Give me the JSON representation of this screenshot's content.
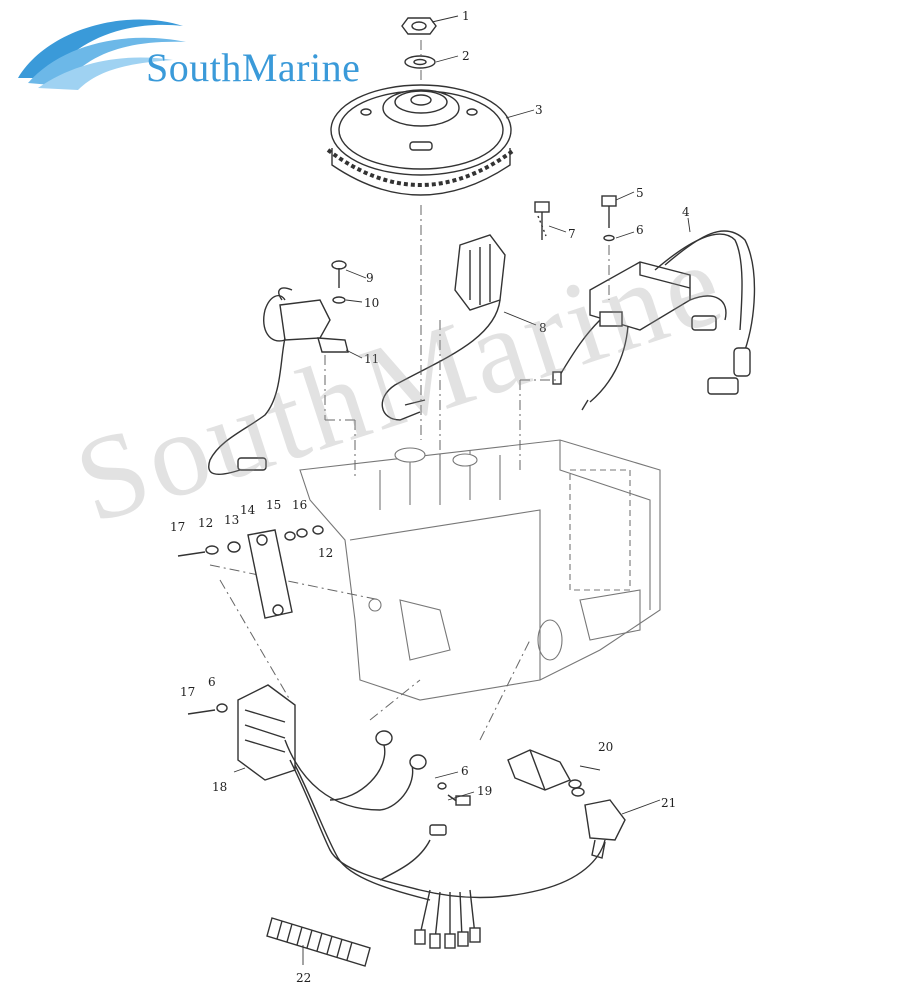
{
  "brand": {
    "name": "SouthMarine",
    "watermark": "SouthMarine",
    "color": "#3a9ad9"
  },
  "callouts": [
    "1",
    "2",
    "3",
    "4",
    "5",
    "6",
    "7",
    "8",
    "9",
    "10",
    "11",
    "12",
    "13",
    "14",
    "15",
    "16",
    "12",
    "17",
    "6",
    "17",
    "18",
    "6",
    "19",
    "20",
    "21",
    "22"
  ]
}
